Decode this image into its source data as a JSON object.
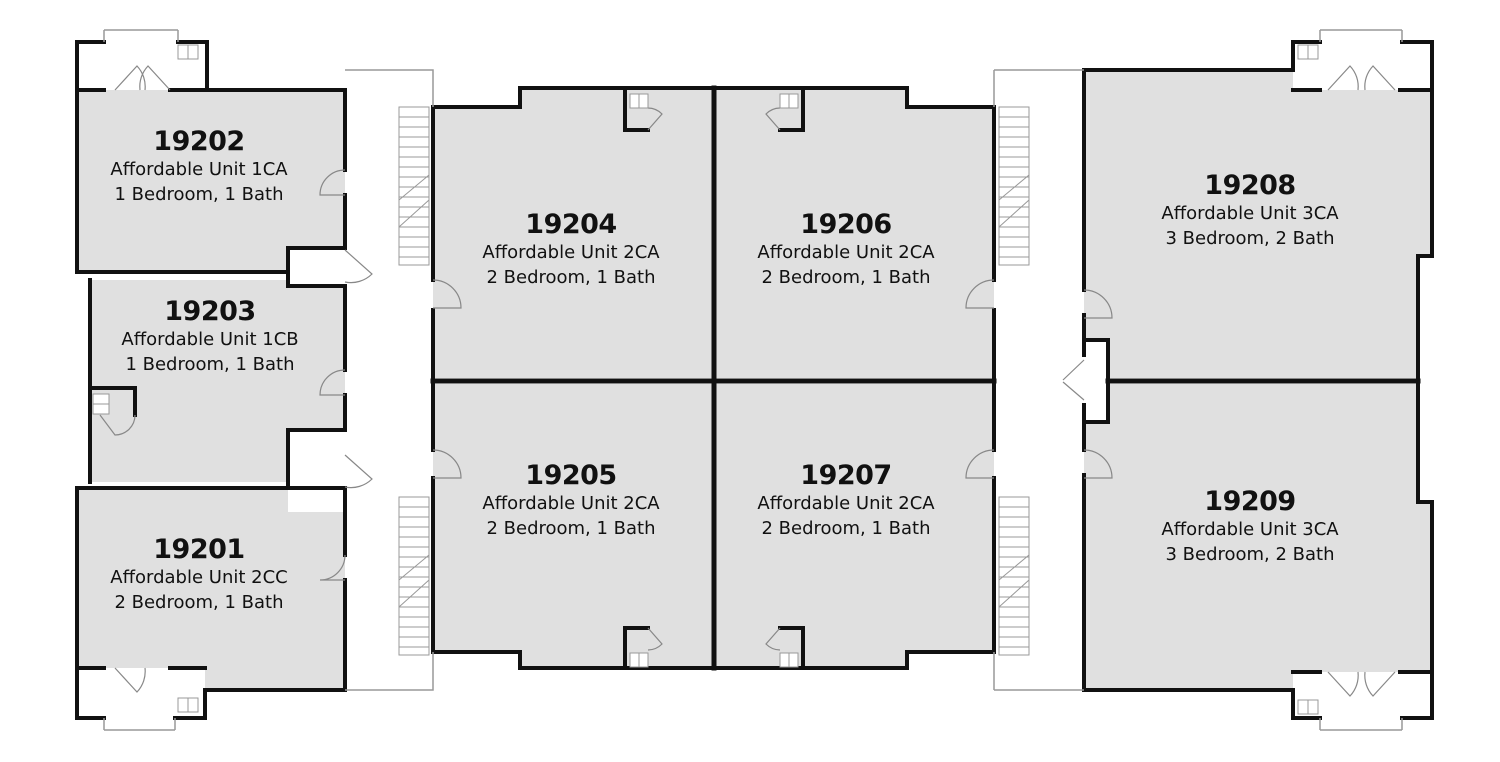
{
  "colors": {
    "unit_fill": "#e0e0e0",
    "wall": "#111111",
    "background": "#ffffff",
    "thin_line": "#999999"
  },
  "units": [
    {
      "id": "19202",
      "number": "19202",
      "type": "Affordable Unit 1CA",
      "rooms": "1 Bedroom, 1 Bath"
    },
    {
      "id": "19203",
      "number": "19203",
      "type": "Affordable Unit 1CB",
      "rooms": "1 Bedroom, 1 Bath"
    },
    {
      "id": "19201",
      "number": "19201",
      "type": "Affordable Unit 2CC",
      "rooms": "2 Bedroom, 1 Bath"
    },
    {
      "id": "19204",
      "number": "19204",
      "type": "Affordable Unit 2CA",
      "rooms": "2 Bedroom, 1 Bath"
    },
    {
      "id": "19206",
      "number": "19206",
      "type": "Affordable Unit 2CA",
      "rooms": "2 Bedroom, 1 Bath"
    },
    {
      "id": "19205",
      "number": "19205",
      "type": "Affordable Unit 2CA",
      "rooms": "2 Bedroom, 1 Bath"
    },
    {
      "id": "19207",
      "number": "19207",
      "type": "Affordable Unit 2CA",
      "rooms": "2 Bedroom, 1 Bath"
    },
    {
      "id": "19208",
      "number": "19208",
      "type": "Affordable Unit 3CA",
      "rooms": "3 Bedroom, 2 Bath"
    },
    {
      "id": "19209",
      "number": "19209",
      "type": "Affordable Unit 3CA",
      "rooms": "3 Bedroom, 2 Bath"
    }
  ]
}
